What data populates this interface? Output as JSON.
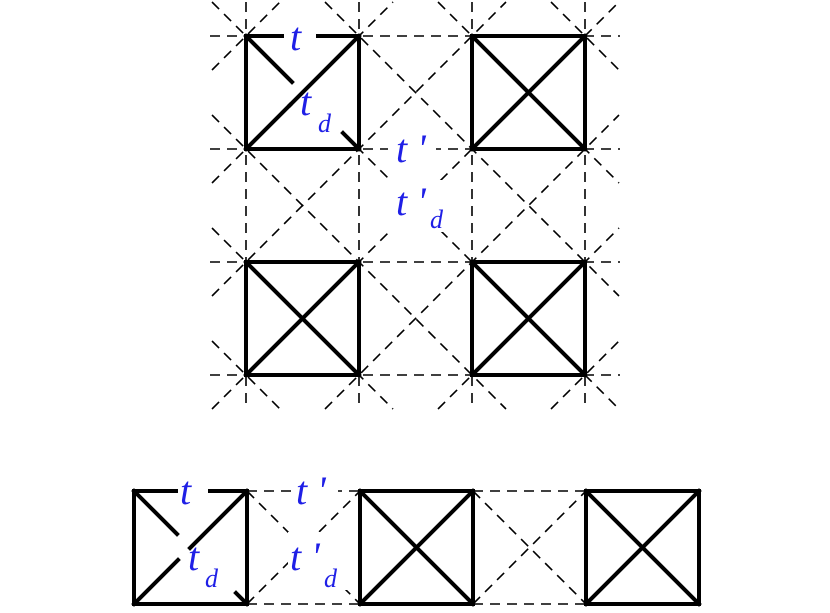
{
  "colors": {
    "label": "#1f1fe6",
    "solid_line": "#000000",
    "dashed_line": "#000000",
    "background": "#ffffff"
  },
  "top_lattice": {
    "hopping_t": "t",
    "hopping_td_main": "t",
    "hopping_td_sub": "d",
    "hopping_tprime": "t '",
    "hopping_tprime_d_main": "t '",
    "hopping_tprime_d_sub": "d"
  },
  "bottom_ladder": {
    "hopping_t": "t",
    "hopping_td_main": "t",
    "hopping_td_sub": "d",
    "hopping_tprime": "t '",
    "hopping_tprime_d_main": "t '",
    "hopping_tprime_d_sub": "d"
  }
}
